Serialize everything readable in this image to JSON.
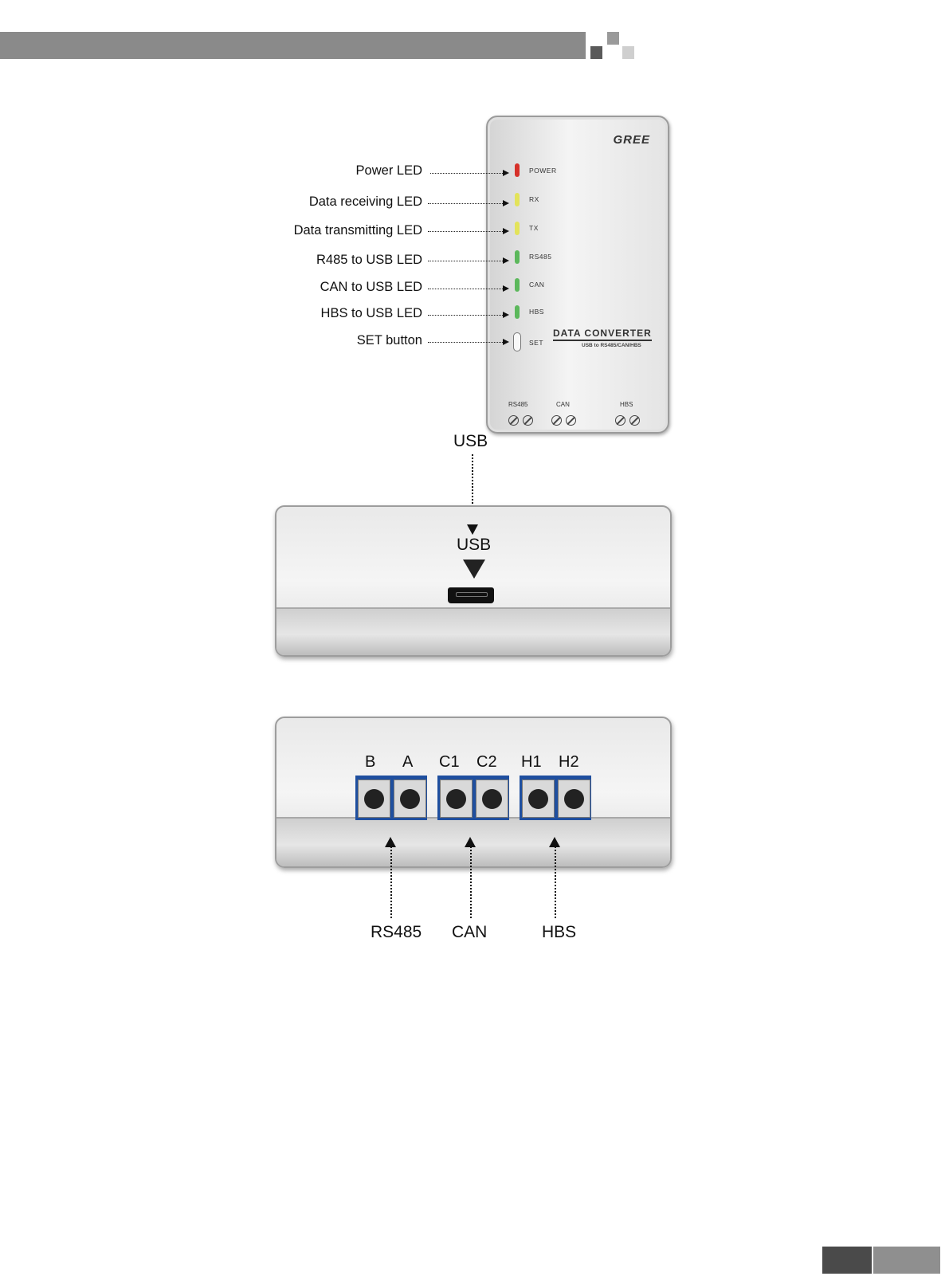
{
  "device_front": {
    "brand": "GREE",
    "leds": [
      {
        "label": "POWER",
        "color": "#d6312a"
      },
      {
        "label": "RX",
        "color": "#e3e35a"
      },
      {
        "label": "TX",
        "color": "#e3e35a"
      },
      {
        "label": "RS485",
        "color": "#5cb85c"
      },
      {
        "label": "CAN",
        "color": "#5cb85c"
      },
      {
        "label": "HBS",
        "color": "#5cb85c"
      }
    ],
    "set_label": "SET",
    "title": "DATA CONVERTER",
    "subtitle": "USB to RS485/CAN/HBS",
    "terminals": [
      "RS485",
      "CAN",
      "HBS"
    ]
  },
  "callouts": [
    "Power LED",
    "Data receiving LED",
    "Data transmitting  LED",
    "R485 to USB LED",
    "CAN to USB  LED",
    "HBS to USB  LED",
    "SET button"
  ],
  "usb_view": {
    "outer_label": "USB",
    "port_label": "USB"
  },
  "terminal_view": {
    "pins": [
      "B",
      "A",
      "C1",
      "C2",
      "H1",
      "H2"
    ],
    "groups": [
      "RS485",
      "CAN",
      "HBS"
    ]
  },
  "colors": {
    "header_bar": "#8a8a8a",
    "terminal_blue": "#1f4f9f"
  }
}
